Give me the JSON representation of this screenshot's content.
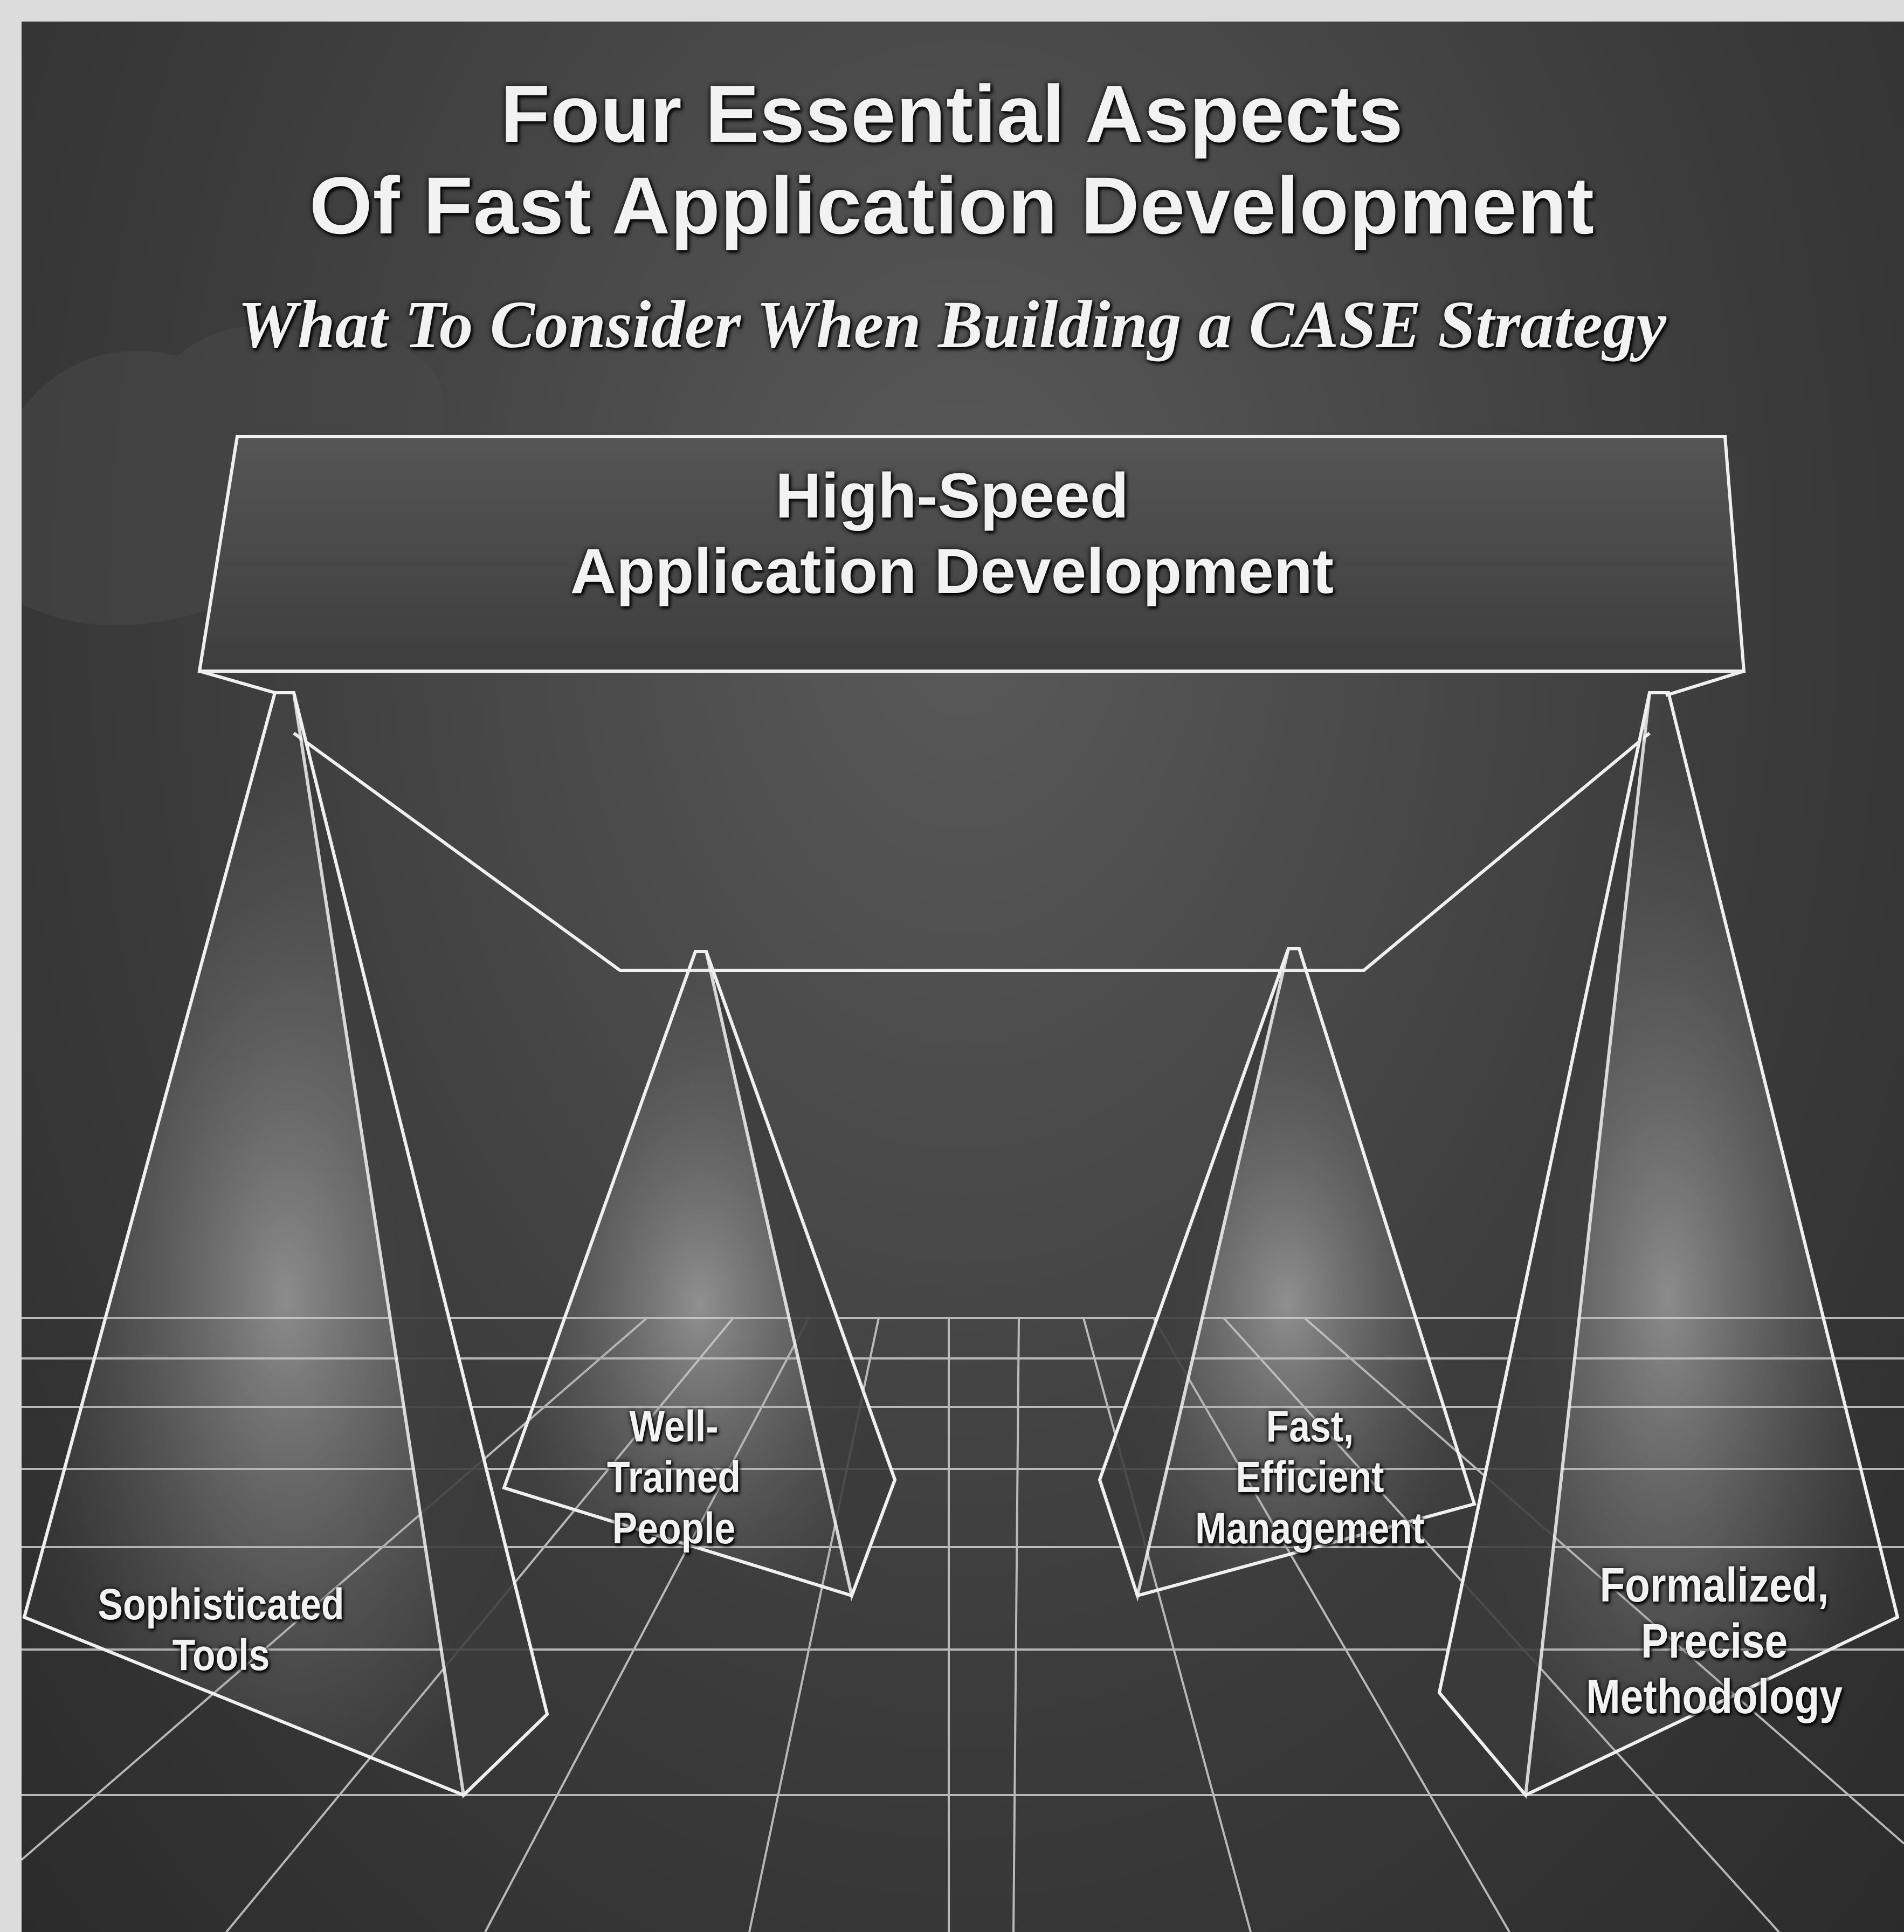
{
  "title": {
    "line1": "Four Essential Aspects",
    "line2": "Of Fast Application Development"
  },
  "subtitle": "What To Consider When Building a CASE Strategy",
  "beam": {
    "line1": "High-Speed",
    "line2": "Application Development"
  },
  "pillars": {
    "tools": {
      "line1": "Sophisticated",
      "line2": "Tools"
    },
    "people": {
      "line1": "Well-",
      "line2": "Trained",
      "line3": "People"
    },
    "mgmt": {
      "line1": "Fast,",
      "line2": "Efficient",
      "line3": "Management"
    },
    "method": {
      "line1": "Formalized,",
      "line2": "Precise",
      "line3": "Methodology"
    }
  },
  "colors": {
    "background": "#3a3a3a",
    "lines": "#f0f0f0",
    "text": "#f2f2f2"
  }
}
